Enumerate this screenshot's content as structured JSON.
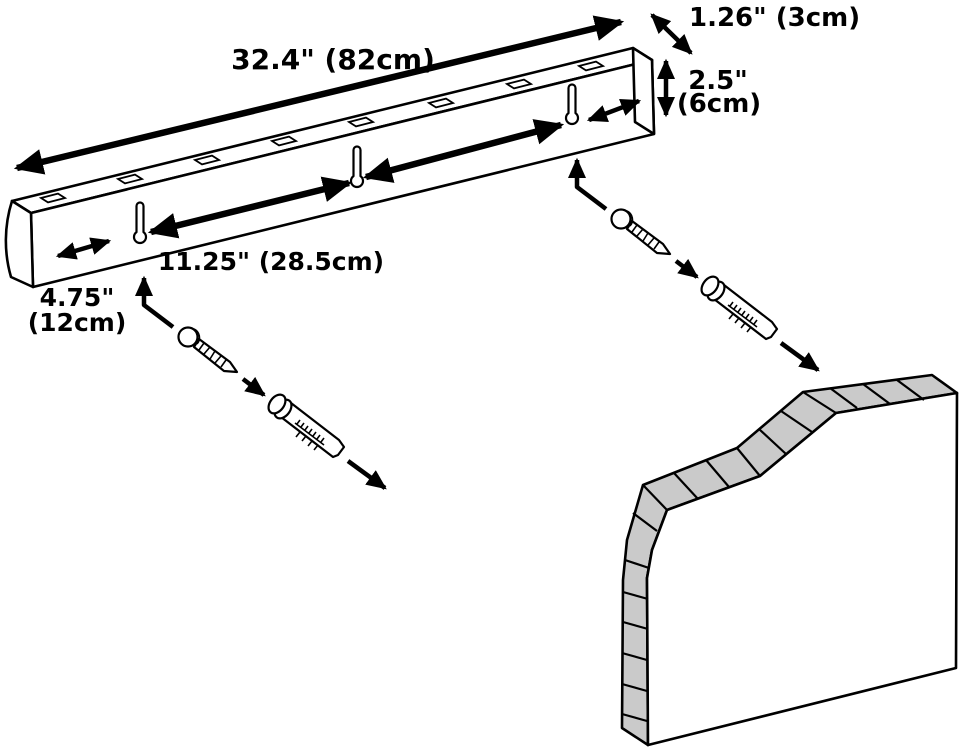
{
  "diagram": {
    "labels": {
      "length": "32.4\" (82cm)",
      "keyhole_spacing": "11.25\" (28.5cm)",
      "left_end_offset_in": "4.75\"",
      "left_end_offset_cm": "(12cm)",
      "thickness": "1.26\" (3cm)",
      "height_in": "2.5\"",
      "height_cm": "(6cm)"
    },
    "colors": {
      "line": "#000000",
      "wall_fill": "#cacaca",
      "background": "#ffffff"
    }
  }
}
